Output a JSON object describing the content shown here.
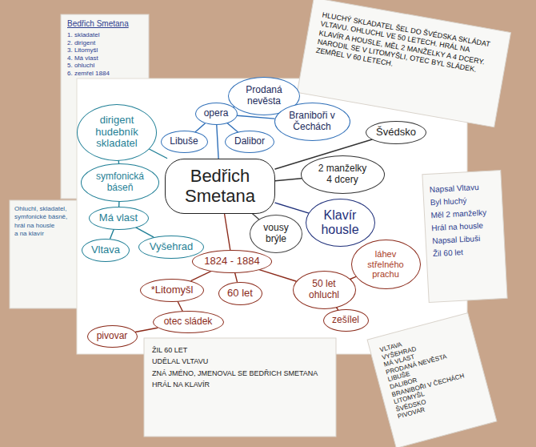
{
  "diagram": {
    "nodes": [
      {
        "text": [
          "Bedřich Smetana"
        ]
      },
      {
        "text": [
          "dirigent hudebník skladatel"
        ]
      },
      {
        "text": [
          "opera"
        ]
      },
      {
        "text": [
          "Prodaná nevěsta"
        ]
      },
      {
        "text": [
          "Braniboři v Čechách"
        ]
      },
      {
        "text": [
          "Libuše"
        ]
      },
      {
        "text": [
          "Dalibor"
        ]
      },
      {
        "text": [
          "Švédsko"
        ]
      },
      {
        "text": [
          "2 manželky 4 dcery"
        ]
      },
      {
        "text": [
          "Klavír housle"
        ]
      },
      {
        "text": [
          "vousy brýle"
        ]
      },
      {
        "text": [
          "1824 - 1884"
        ]
      },
      {
        "text": [
          "symfonická báseň"
        ]
      },
      {
        "text": [
          "Má vlast"
        ]
      },
      {
        "text": [
          "Vltava"
        ]
      },
      {
        "text": [
          "Vyšehrad"
        ]
      },
      {
        "text": [
          "*Litomyšl"
        ]
      },
      {
        "text": [
          "60 let"
        ]
      },
      {
        "text": [
          "50 let ohluchl"
        ]
      },
      {
        "text": [
          "láhev střelného prachu"
        ]
      },
      {
        "text": [
          "zešílel"
        ]
      },
      {
        "text": [
          "otec sládek"
        ]
      },
      {
        "text": [
          "pivovar"
        ]
      }
    ],
    "edges": [
      {
        "from": 0,
        "to": 1,
        "arrow": "none"
      },
      {
        "from": 0,
        "to": 2,
        "arrow": "none"
      },
      {
        "from": 2,
        "to": 3,
        "arrow": "none"
      },
      {
        "from": 2,
        "to": 4,
        "arrow": "none"
      },
      {
        "from": 2,
        "to": 5,
        "arrow": "none"
      },
      {
        "from": 2,
        "to": 6,
        "arrow": "none"
      },
      {
        "from": 0,
        "to": 7,
        "arrow": "none"
      },
      {
        "from": 0,
        "to": 8,
        "arrow": "none"
      },
      {
        "from": 0,
        "to": 9,
        "arrow": "none"
      },
      {
        "from": 0,
        "to": 10,
        "arrow": "none"
      },
      {
        "from": 0,
        "to": 11,
        "arrow": "none"
      },
      {
        "from": 1,
        "to": 12,
        "arrow": "none"
      },
      {
        "from": 12,
        "to": 13,
        "arrow": "none"
      },
      {
        "from": 13,
        "to": 14,
        "arrow": "none"
      },
      {
        "from": 13,
        "to": 15,
        "arrow": "none"
      },
      {
        "from": 11,
        "to": 16,
        "arrow": "none"
      },
      {
        "from": 11,
        "to": 17,
        "arrow": "none"
      },
      {
        "from": 11,
        "to": 18,
        "arrow": "none"
      },
      {
        "from": 18,
        "to": 19,
        "arrow": "none"
      },
      {
        "from": 18,
        "to": 20,
        "arrow": "none"
      },
      {
        "from": 16,
        "to": 21,
        "arrow": "none"
      },
      {
        "from": 21,
        "to": 22,
        "arrow": "none"
      }
    ],
    "labels": [
      "Bedřich Smetana",
      "1. skladatel",
      "2. dirigent",
      "3. Litomyšl",
      "4. Má vlast",
      "5. ohluchl",
      "6. zemřel 1884",
      "HLUCHÝ SKLADATEL ŠEL DO ŠVÉDSKA SKLÁDAT VLTAVU. OHLUCHL VE 50 LETECH. HRÁL NA KLAVÍR A HOUSLE, MĚL 2 MANŽELKY A 4 DCERY. NARODIL SE V LITOMYŠLI, OTEC BYL SLÁDEK. ZEMŘEL V 60 LETECH.",
      "Ohluchl, skladatel,",
      "symfonické básně,",
      "hrál na housle",
      "a na klavír",
      "Napsal Vltavu",
      "Byl hluchý",
      "Měl 2 manželky",
      "Hrál na housle",
      "Napsal Libuši",
      "Žil 60 let",
      "ŽIL 60 LET",
      "UDĚLAL VLTAVU",
      "ZNÁ JMÉNO, JMENOVAL SE BEDŘICH SMETANA",
      "HRÁL NA KLAVÍR",
      "VLTAVA",
      "VYŠEHRAD",
      "MÁ VLAST",
      "PRODANÁ NEVĚSTA",
      "LIBUŠE",
      "DALIBOR",
      "BRANIBOŘI V ČECHÁCH",
      "LITOMYŠL",
      "ŠVÉDSKO",
      "PIVOVAR"
    ]
  }
}
